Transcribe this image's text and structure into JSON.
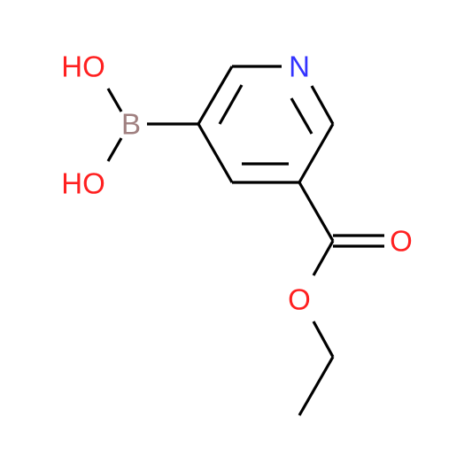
{
  "diagram": {
    "type": "chemical-structure",
    "atoms": {
      "n1": {
        "symbol": "N",
        "color": "#3333ff"
      },
      "b1": {
        "symbol": "B",
        "color": "#a08080"
      },
      "ho_top": {
        "symbol": "HO",
        "color": "#ff2020"
      },
      "ho_bottom": {
        "symbol": "HO",
        "color": "#ff2020"
      },
      "o_carbonyl": {
        "symbol": "O",
        "color": "#ff2020"
      },
      "o_ester": {
        "symbol": "O",
        "color": "#ff2020"
      }
    },
    "bond_color": "#000000"
  }
}
